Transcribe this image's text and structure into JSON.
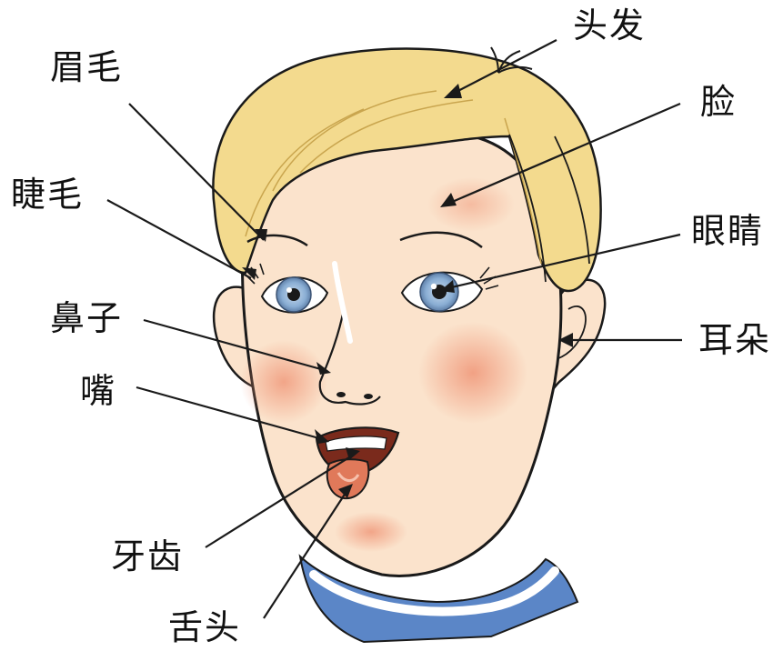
{
  "labels": {
    "hair": "头发",
    "eyebrow": "眉毛",
    "face": "脸",
    "eyelash": "睫毛",
    "eye": "眼睛",
    "nose": "鼻子",
    "ear": "耳朵",
    "mouth": "嘴",
    "teeth": "牙齿",
    "tongue": "舌头"
  },
  "colors": {
    "hair": "#f3da8e",
    "skin": "#fbe3cc",
    "cheek": "#f2a98a",
    "iris": "#8fb1d6",
    "shirt": "#5b86c7",
    "tongue": "#e0795a",
    "line": "#1a1a1a"
  }
}
